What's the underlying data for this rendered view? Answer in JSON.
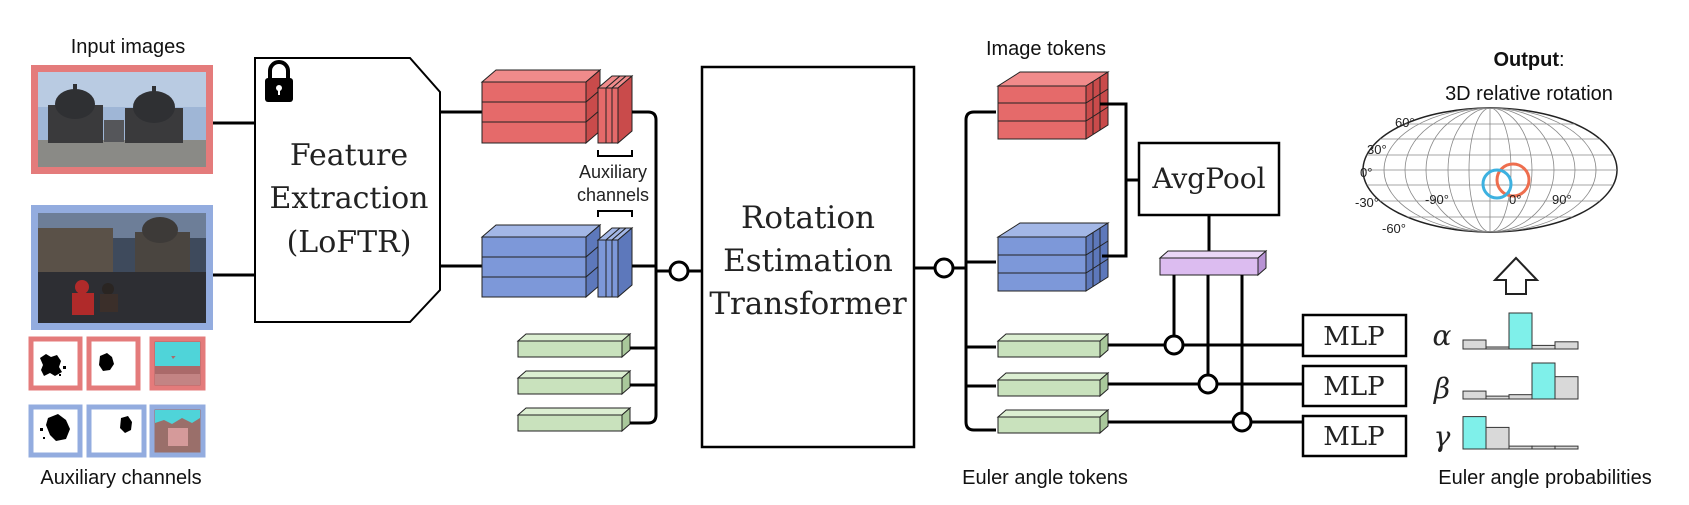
{
  "labels": {
    "input_images": "Input images",
    "auxiliary_channels_bottom": "Auxiliary channels",
    "aux_bracket_line1": "Auxiliary",
    "aux_bracket_line2": "channels",
    "image_tokens": "Image tokens",
    "euler_angle_tokens": "Euler angle tokens",
    "euler_angle_probabilities": "Euler angle probabilities",
    "output_bold": "Output",
    "output_colon": ":",
    "output_sub": "3D relative rotation"
  },
  "blocks": {
    "feature_line1": "Feature",
    "feature_line2": "Extraction",
    "feature_line3": "(LoFTR)",
    "ret_line1": "Rotation",
    "ret_line2": "Estimation",
    "ret_line3": "Transformer",
    "avgpool": "AvgPool",
    "mlp": [
      "MLP",
      "MLP",
      "MLP"
    ]
  },
  "greek": [
    "α",
    "β",
    "γ"
  ],
  "map_ticks": {
    "lat": [
      "60°",
      "30°",
      "0°",
      "-30°",
      "-60°"
    ],
    "lon": [
      "-90°",
      "0°",
      "90°"
    ]
  },
  "colors": {
    "red_border": "#e47b7b",
    "blue_border": "#93acdf",
    "red_block": "#e56a6a",
    "blue_block": "#7d98d9",
    "green_block": "#c9e2bd",
    "purple_block": "#dcbcf0",
    "cyan_bar": "#7ff0ea",
    "gray_bar": "#d9d9d9",
    "circle_red": "#ee6e4e",
    "circle_blue": "#3db1e0"
  },
  "histograms": [
    [
      0.25,
      0.05,
      1.0,
      0.1,
      0.2
    ],
    [
      0.22,
      0.08,
      0.12,
      1.0,
      0.62
    ],
    [
      0.9,
      0.6,
      0.08,
      0.08,
      0.08
    ]
  ]
}
